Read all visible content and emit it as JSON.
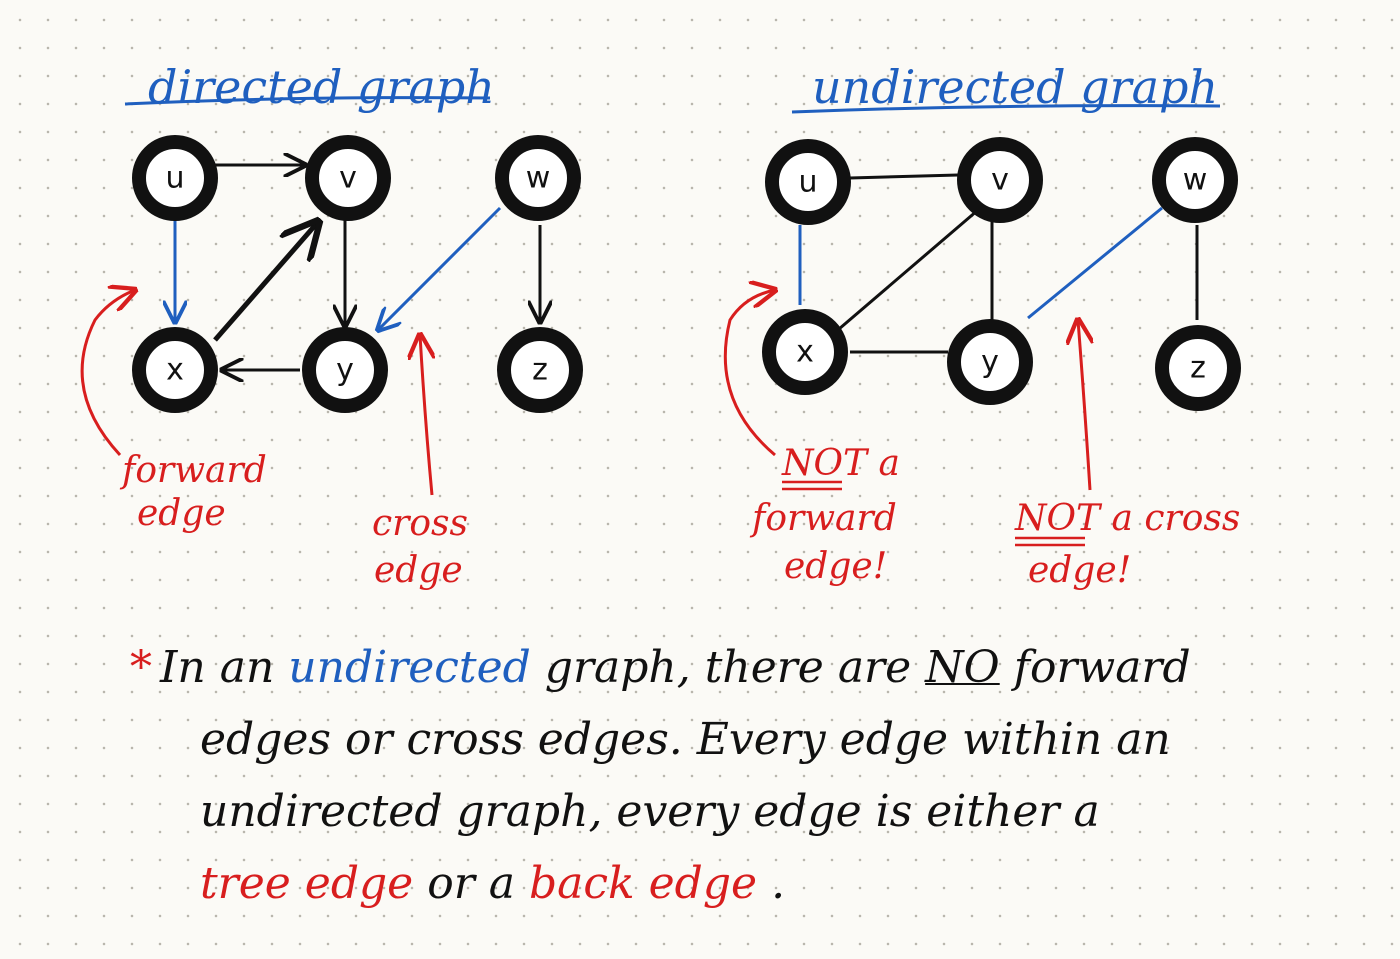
{
  "directed": {
    "title": "directed graph",
    "nodes": [
      "u",
      "v",
      "w",
      "x",
      "y",
      "z"
    ],
    "forward_label": [
      "forward",
      "edge"
    ],
    "cross_label": [
      "cross",
      "edge"
    ]
  },
  "undirected": {
    "title": "undirected graph",
    "nodes": [
      "u",
      "v",
      "w",
      "x",
      "y",
      "z"
    ],
    "not_forward_label": [
      "NOT a",
      "forward",
      "edge!"
    ],
    "not_cross_label": [
      "NOT a cross",
      "edge!"
    ]
  },
  "note": {
    "star": "*",
    "l1_a": "In an",
    "l1_undirected": "undirected",
    "l1_b": "graph, there are",
    "l1_no": "NO",
    "l1_c": "forward",
    "l2": "edges or cross edges. Every edge within an",
    "l3": "undirected graph, every edge is either a",
    "l4_tree": "tree edge",
    "l4_mid": "or a",
    "l4_back": "back edge",
    "l4_end": "."
  },
  "colors": {
    "ink": "#111111",
    "blue": "#1f5fbf",
    "red": "#d81e1e"
  }
}
